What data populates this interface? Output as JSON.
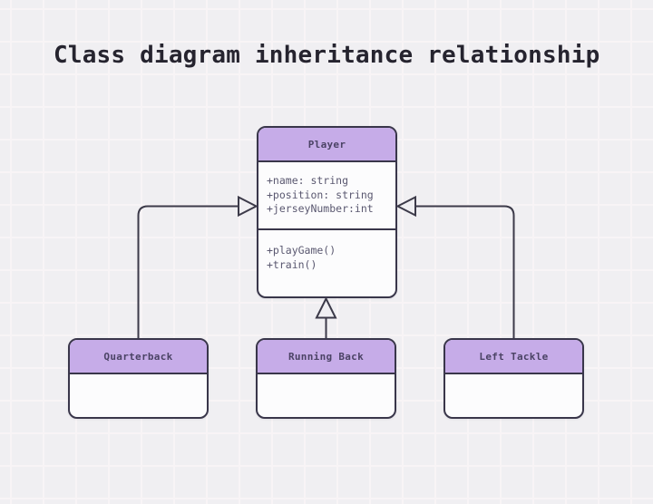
{
  "title": "Class diagram inheritance relationship",
  "colors": {
    "background": "#f0eff2",
    "grid_line": "#f8f4f6",
    "node_header_fill": "#c6ace8",
    "node_body_fill": "#fcfcfd",
    "node_border": "#39364a",
    "node_text": "#5a5870",
    "class_name_text": "#4b4365",
    "title_text": "#26242f",
    "connector": "#3c3a49"
  },
  "classes": {
    "player": {
      "name": "Player",
      "attributes": [
        "+name: string",
        "+position: string",
        "+jerseyNumber:int"
      ],
      "methods": [
        "+playGame()",
        "+train()"
      ]
    },
    "quarterback": {
      "name": "Quarterback",
      "attributes": [],
      "methods": []
    },
    "running_back": {
      "name": "Running Back",
      "attributes": [],
      "methods": []
    },
    "left_tackle": {
      "name": "Left Tackle",
      "attributes": [],
      "methods": []
    }
  },
  "relationships": [
    {
      "from": "Quarterback",
      "to": "Player",
      "type": "inheritance"
    },
    {
      "from": "Running Back",
      "to": "Player",
      "type": "inheritance"
    },
    {
      "from": "Left Tackle",
      "to": "Player",
      "type": "inheritance"
    }
  ]
}
